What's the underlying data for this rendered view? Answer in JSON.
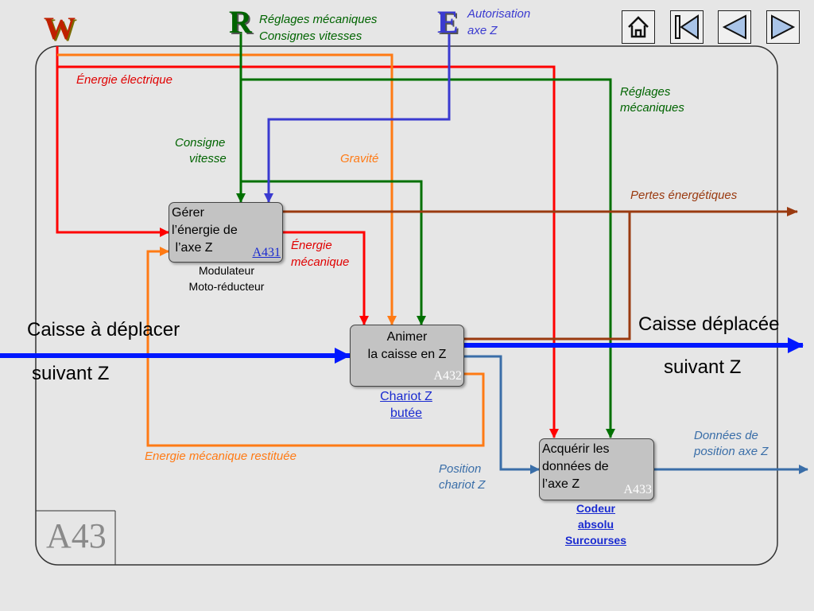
{
  "nav": {
    "icons": [
      "home-icon",
      "first-slide-icon",
      "previous-slide-icon",
      "next-slide-icon"
    ]
  },
  "header": {
    "W": "W",
    "R": "R",
    "E": "E",
    "r_label_1": "Réglages mécaniques",
    "r_label_2": "Consignes vitesses",
    "e_label_1": "Autorisation",
    "e_label_2": "axe Z"
  },
  "flows": {
    "energie_electrique": "Énergie électrique",
    "reglages_1": "Réglages",
    "reglages_2": "mécaniques",
    "consigne_1": "Consigne",
    "consigne_2": "vitesse",
    "gravite": "Gravité",
    "pertes": "Pertes énergétiques",
    "energie_meca_1": "Énergie",
    "energie_meca_2": "mécanique",
    "caisse_in_1": "Caisse à déplacer",
    "caisse_in_2": "suivant Z",
    "caisse_out_1": "Caisse déplacée",
    "caisse_out_2": "suivant Z",
    "energie_restituee": "Energie mécanique restituée",
    "position_1": "Position",
    "position_2": "chariot Z",
    "donnees_1": "Données de",
    "donnees_2": "position axe Z"
  },
  "blocks": {
    "a431": {
      "text": "Gérer\nl’énergie de\n l’axe Z",
      "code": "A431",
      "mech": "Modulateur\nMoto-réducteur"
    },
    "a432": {
      "text": "Animer\nla caisse en Z",
      "code": "A432",
      "mech": "Chariot Z\nbutée"
    },
    "a433": {
      "text": "Acquérir les\ndonnées de\nl’axe Z",
      "code": "A433",
      "mech": "Codeur\nabsolu\nSurcourses"
    }
  },
  "frame_id": "A43",
  "colors": {
    "energy": "#ff0000",
    "settings": "#007000",
    "authorization": "#3a3ad0",
    "gravity": "#ff7a14",
    "losses": "#9a3a10",
    "product": "#0018ff",
    "info": "#3a6ea8"
  }
}
